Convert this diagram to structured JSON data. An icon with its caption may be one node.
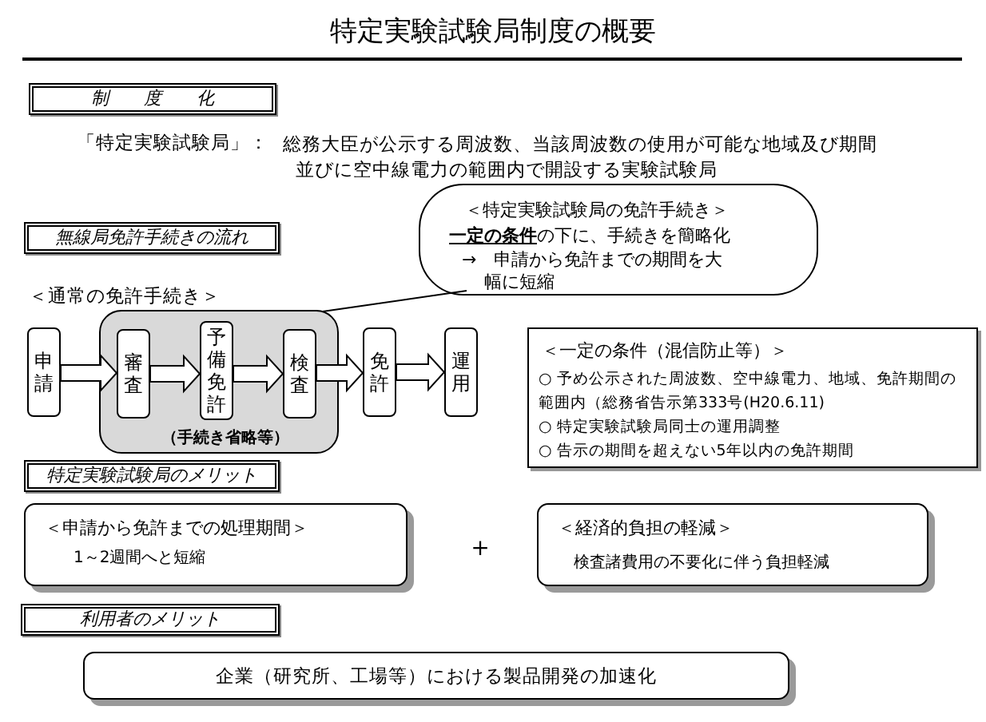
{
  "diagram": {
    "title": "特定実験試験局制度の概要",
    "nodes": [
      {
        "text": [
          "制　　度　　化"
        ]
      },
      {
        "text": [
          "無線局免許手続きの流れ"
        ]
      },
      {
        "text": [
          "＜特定実験試験局の免許手続き＞",
          "**一定の条件**の下に、手続きを簡略化",
          "→　申請から免許までの期間を大幅に短縮"
        ]
      },
      {
        "text": [
          "申請"
        ]
      },
      {
        "text": [
          "（手続き省略等）"
        ]
      },
      {
        "text": [
          "審査"
        ],
        "in": 4
      },
      {
        "text": [
          "予備免許"
        ],
        "in": 4
      },
      {
        "text": [
          "検査"
        ],
        "in": 4
      },
      {
        "text": [
          "免許"
        ]
      },
      {
        "text": [
          "運用"
        ]
      },
      {
        "text": [
          "＜一定の条件（混信防止等）＞",
          "○ 予め公示された周波数、空中線電力、地域、免許期間の範囲内（総務省告示第333号(H20.6.11)",
          "○ 特定実験試験局同士の運用調整",
          "○ 告示の期間を超えない5年以内の免許期間"
        ]
      },
      {
        "text": [
          "特定実験試験局のメリット"
        ]
      },
      {
        "text": [
          "＜申請から免許までの処理期間＞",
          "1～2週間へと短縮"
        ]
      },
      {
        "text": [
          "＜経済的負担の軽減＞",
          "検査諸費用の不要化に伴う負担軽減"
        ]
      },
      {
        "text": [
          "利用者のメリット"
        ]
      },
      {
        "text": [
          "企業（研究所、工場等）における製品開発の加速化"
        ]
      }
    ],
    "edges": [
      {
        "from": 3,
        "to": 5,
        "arrow": "to"
      },
      {
        "from": 5,
        "to": 6,
        "arrow": "to"
      },
      {
        "from": 6,
        "to": 7,
        "arrow": "to"
      },
      {
        "from": 7,
        "to": 8,
        "arrow": "to"
      },
      {
        "from": 8,
        "to": 9,
        "arrow": "to"
      },
      {
        "from": 2,
        "to": 4,
        "arrow": "none"
      }
    ],
    "labels": [
      "「特定実験試験局」：",
      "総務大臣が公示する周波数、当該周波数の使用が可能な地域及び期間並びに空中線電力の範囲内で開設する実験試験局",
      "＜通常の免許手続き＞",
      "＋"
    ]
  }
}
